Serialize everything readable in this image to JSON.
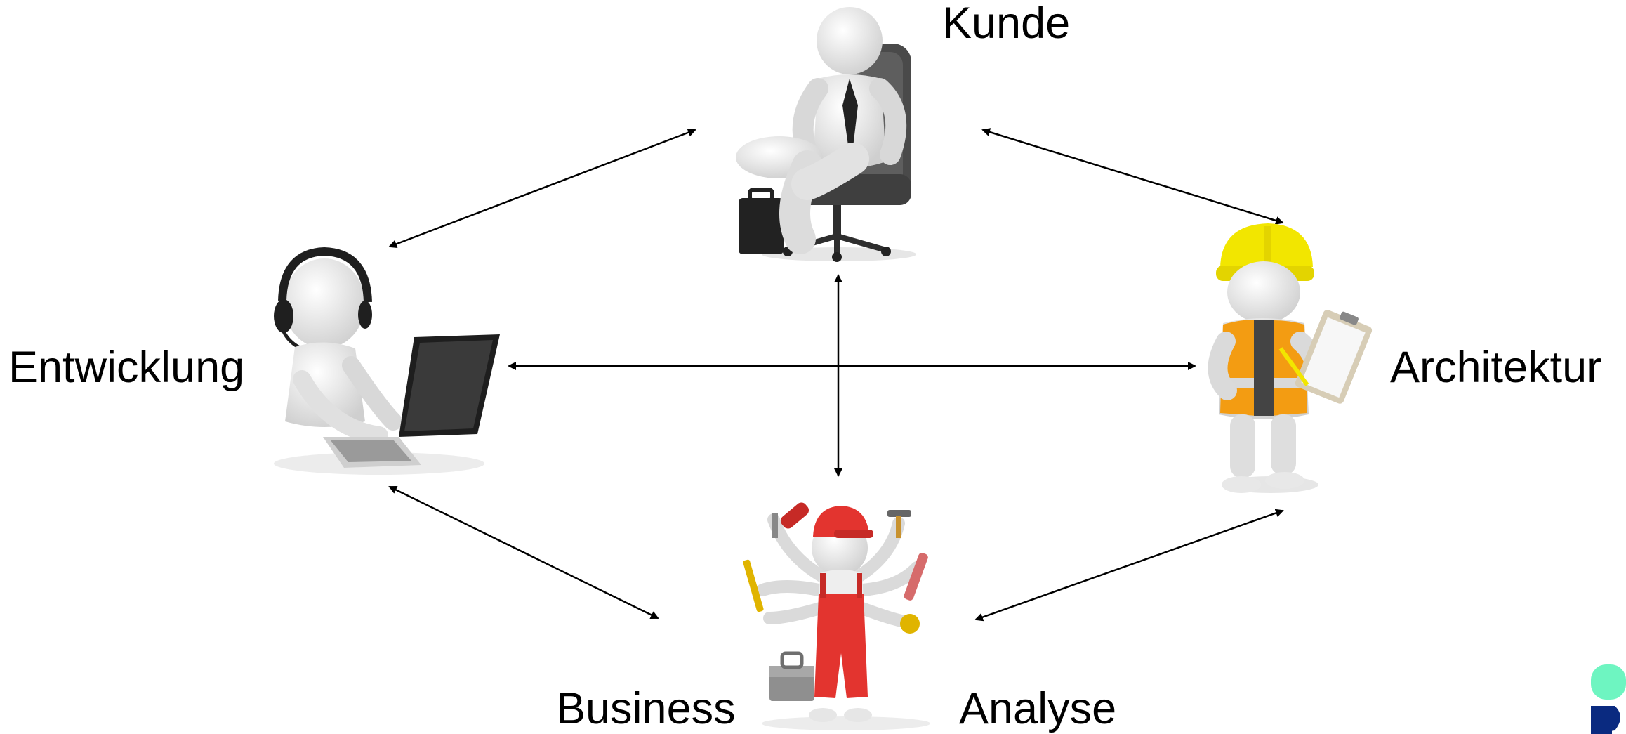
{
  "labels": {
    "customer": "Kunde",
    "development": "Entwicklung",
    "architecture": "Architektur",
    "business": "Business",
    "analysis": "Analyse"
  },
  "figures": {
    "customer": "businessman-in-office-chair-icon",
    "development": "support-agent-with-laptop-icon",
    "architecture": "worker-with-hardhat-and-clipboard-icon",
    "business_analysis": "multi-armed-handyman-icon"
  },
  "connections": [
    [
      "development",
      "customer"
    ],
    [
      "customer",
      "architecture"
    ],
    [
      "development",
      "architecture"
    ],
    [
      "customer",
      "business_analysis"
    ],
    [
      "development",
      "business_analysis"
    ],
    [
      "business_analysis",
      "architecture"
    ]
  ],
  "colors": {
    "arrow": "#000000",
    "figure_body": "#eeeeee",
    "hardhat": "#f2e600",
    "safety_vest": "#f39c12",
    "overalls": "#e3342f",
    "logo_top": "#6ef5c1",
    "logo_bottom": "#0a2a80"
  }
}
